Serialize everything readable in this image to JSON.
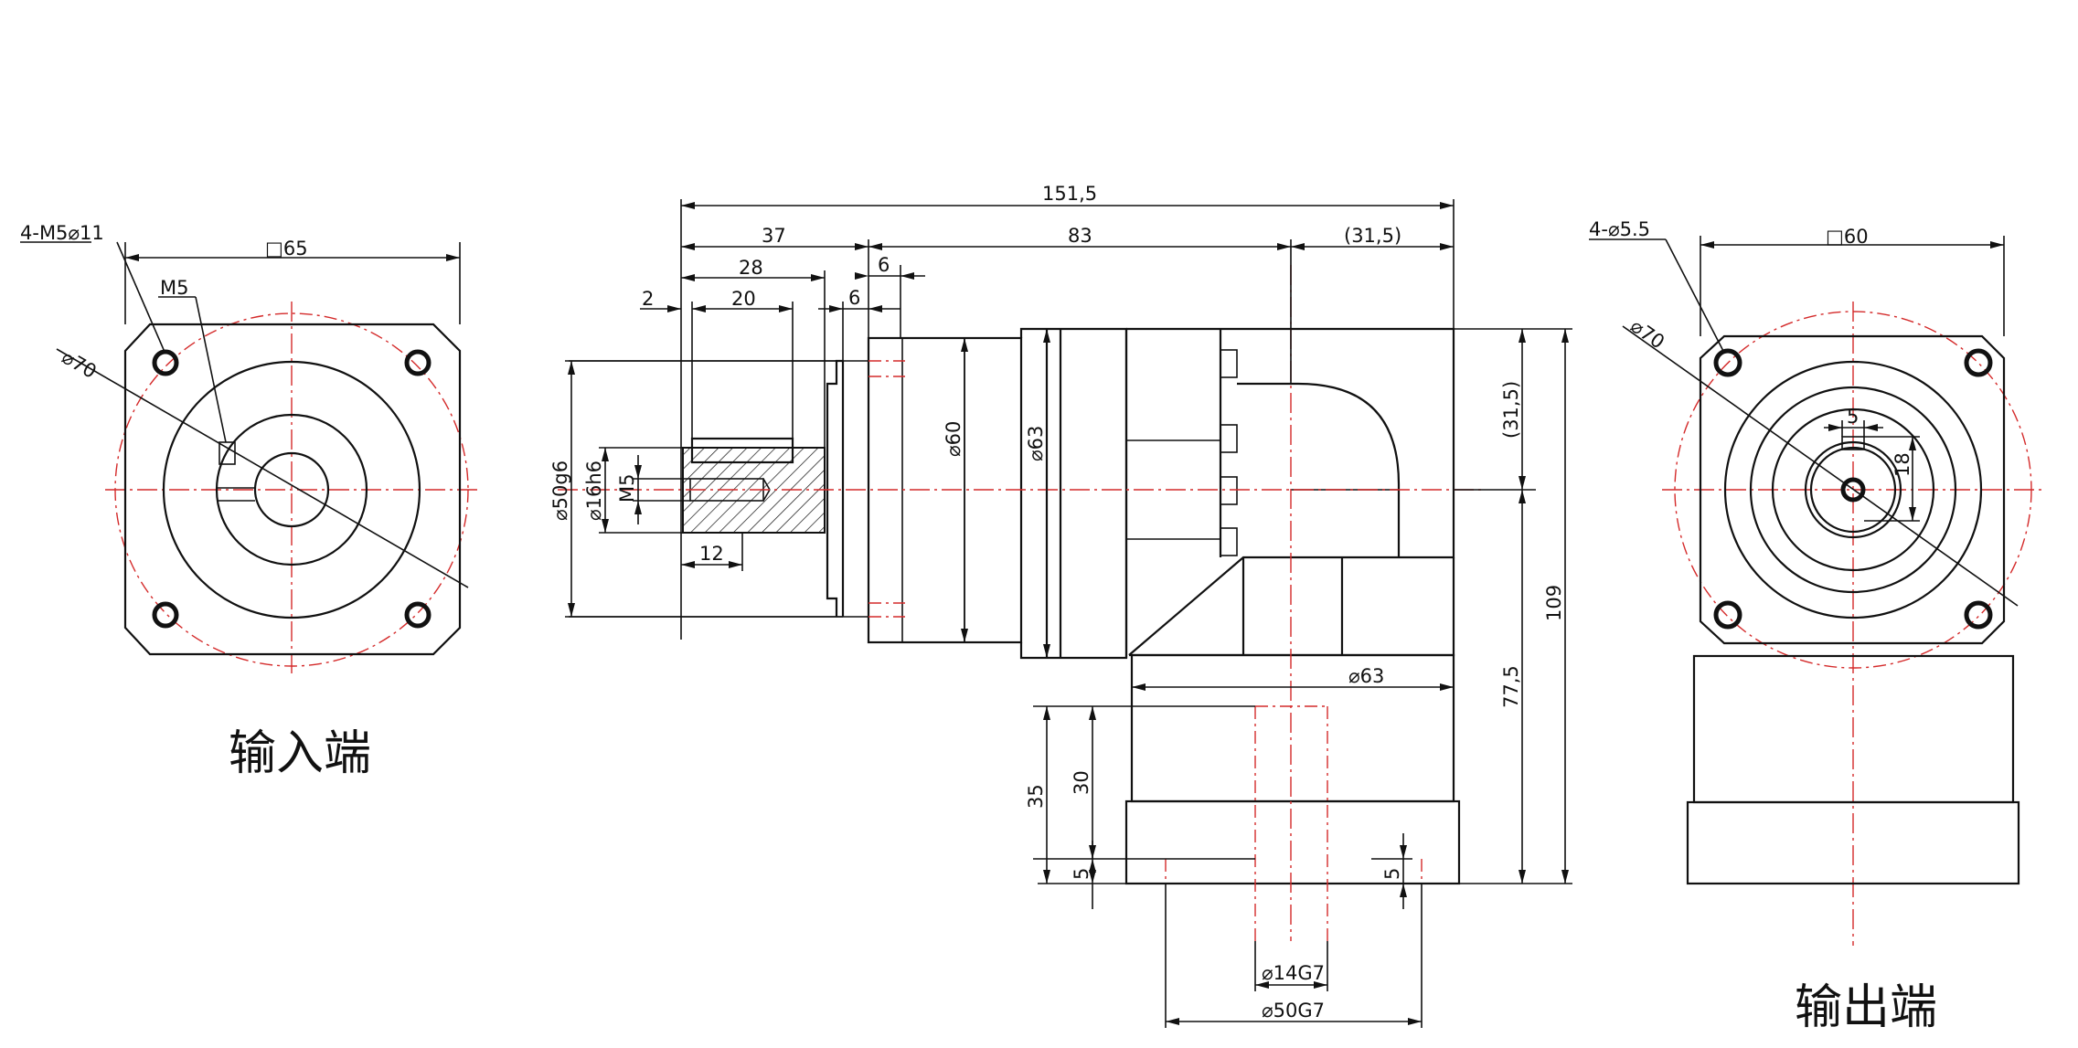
{
  "views": {
    "input": {
      "caption": "输入端",
      "hole_callout": "4-M5⌀11",
      "thread_callout": "M5",
      "square": "□65",
      "pcd": "⌀70"
    },
    "side": {
      "overall_length": "151,5",
      "len_37": "37",
      "len_83": "83",
      "len_31_5_top": "(31,5)",
      "len_28": "28",
      "len_20": "20",
      "len_2": "2",
      "len_6_upper": "6",
      "len_6_lower": "6",
      "len_12": "12",
      "dia_50g6": "⌀50g6",
      "dia_16h6": "⌀16h6",
      "thread_m5": "M5",
      "dia_60": "⌀60",
      "dia_63_vertical": "⌀63",
      "dia_63_horizontal": "⌀63",
      "height_31_5": "(31,5)",
      "height_109": "109",
      "height_77_5": "77,5",
      "height_35": "35",
      "height_30": "30",
      "height_5_left": "5",
      "height_5_right": "5",
      "dia_14g7": "⌀14G7",
      "dia_50g7": "⌀50G7"
    },
    "output": {
      "caption": "输出端",
      "hole_callout": "4-⌀5.5",
      "square": "□60",
      "pcd": "⌀70",
      "key_width": "5",
      "key_depth": "18"
    }
  }
}
